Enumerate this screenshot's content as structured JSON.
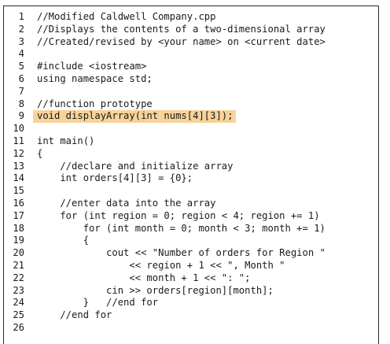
{
  "code": {
    "highlight_color": "#f7d39a",
    "lines": [
      {
        "num": "1",
        "text": "//Modified Caldwell Company.cpp"
      },
      {
        "num": "2",
        "text": "//Displays the contents of a two-dimensional array"
      },
      {
        "num": "3",
        "text": "//Created/revised by <your name> on <current date>"
      },
      {
        "num": "4",
        "text": ""
      },
      {
        "num": "5",
        "text": "#include <iostream>"
      },
      {
        "num": "6",
        "text": "using namespace std;"
      },
      {
        "num": "7",
        "text": ""
      },
      {
        "num": "8",
        "text": "//function prototype"
      },
      {
        "num": "9",
        "text": "void displayArray(int nums[4][3]);",
        "highlighted": true
      },
      {
        "num": "10",
        "text": ""
      },
      {
        "num": "11",
        "text": "int main()"
      },
      {
        "num": "12",
        "text": "{"
      },
      {
        "num": "13",
        "text": "    //declare and initialize array"
      },
      {
        "num": "14",
        "text": "    int orders[4][3] = {0};"
      },
      {
        "num": "15",
        "text": ""
      },
      {
        "num": "16",
        "text": "    //enter data into the array"
      },
      {
        "num": "17",
        "text": "    for (int region = 0; region < 4; region += 1)"
      },
      {
        "num": "18",
        "text": "        for (int month = 0; month < 3; month += 1)"
      },
      {
        "num": "19",
        "text": "        {"
      },
      {
        "num": "20",
        "text": "            cout << \"Number of orders for Region \""
      },
      {
        "num": "21",
        "text": "                << region + 1 << \", Month \""
      },
      {
        "num": "22",
        "text": "                << month + 1 << \": \";"
      },
      {
        "num": "23",
        "text": "            cin >> orders[region][month];"
      },
      {
        "num": "24",
        "text": "        }   //end for"
      },
      {
        "num": "25",
        "text": "    //end for"
      },
      {
        "num": "26",
        "text": ""
      }
    ]
  }
}
